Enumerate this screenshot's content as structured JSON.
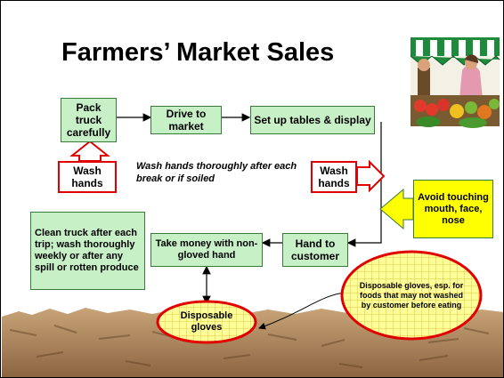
{
  "title": "Farmers’ Market Sales",
  "steps": {
    "pack_truck": "Pack truck carefully",
    "drive_to_market": "Drive to market",
    "set_up_tables": "Set up tables & display",
    "hand_to_customer": "Hand to customer",
    "take_money": "Take money with non-gloved hand"
  },
  "wash_hands_1": "Wash hands",
  "wash_hands_2": "Wash hands",
  "wash_note": "Wash hands thoroughly after each break or if soiled",
  "avoid_touching": "Avoid touching mouth, face, nose",
  "clean_truck": "Clean truck after each trip; wash thoroughly weekly or after any spill or rotten produce",
  "gloves_small": "Disposable gloves",
  "gloves_large": "Disposable gloves, esp. for foods that may not washed by customer before eating",
  "colors": {
    "box_fill": "#c7f0c7",
    "arrow_red": "#e00000",
    "callout_yellow": "#ffff00",
    "oval_grid_fill": "#ffff99",
    "oval_border": "#e00000"
  }
}
